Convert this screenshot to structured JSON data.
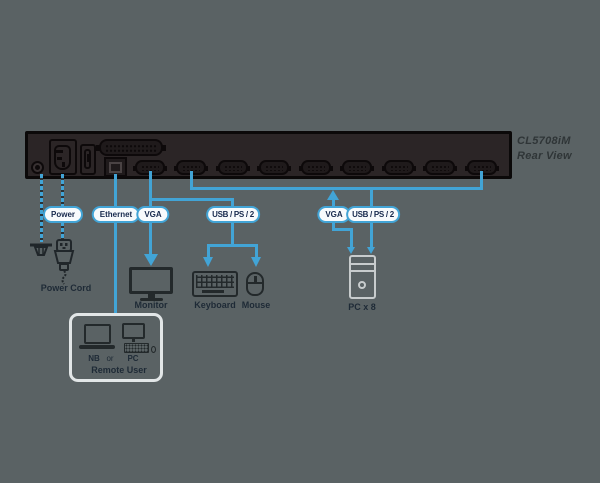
{
  "title": {
    "model": "CL5708iM",
    "view": "Rear View"
  },
  "cable_labels": {
    "power": "Power",
    "ethernet": "Ethernet",
    "console_vga": "VGA",
    "console_usb": "USB / PS / 2",
    "pc_vga": "VGA",
    "pc_usb": "USB / PS / 2"
  },
  "captions": {
    "power_cord": "Power Cord",
    "monitor": "Monitor",
    "keyboard": "Keyboard",
    "mouse": "Mouse",
    "pc_group": "PC x 8",
    "remote_nb": "NB",
    "remote_or": "or",
    "remote_pc": "PC",
    "remote_user": "Remote User"
  },
  "icons": {
    "grounding": "ground-symbol",
    "power_plug": "power-plug",
    "monitor": "monitor-shape",
    "keyboard": "keyboard-shape",
    "mouse": "mouse-shape",
    "pc_tower": "tower-shape",
    "laptop": "laptop-shape",
    "desktop": "desktop-shape"
  },
  "colors": {
    "background": "#5a6264",
    "panel": "#2b2526",
    "panel_border": "#0b0909",
    "wire": "#42a4d6",
    "badge_fill": "#f7fafc",
    "badge_border": "#42a4d6",
    "badge_text": "#16294d",
    "caption_text": "#1e2a36",
    "title_text": "#2f3537",
    "pc_outline": "#c8cccd",
    "remote_box_outline": "#e2e6e7"
  }
}
